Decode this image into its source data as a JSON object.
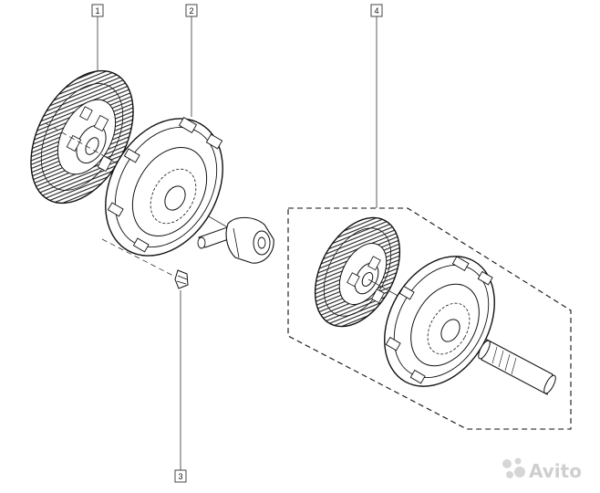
{
  "diagram": {
    "callouts": [
      {
        "label": "1",
        "part": "clutch-disc"
      },
      {
        "label": "2",
        "part": "pressure-plate"
      },
      {
        "label": "3",
        "part": "bolt"
      },
      {
        "label": "4",
        "part": "clutch-kit"
      }
    ],
    "kit_group": {
      "style": "dashed-outline",
      "callout": "4"
    }
  },
  "watermark": {
    "text": "Avito",
    "icon": "avito-dots-icon",
    "color": "#cfcfcf"
  }
}
